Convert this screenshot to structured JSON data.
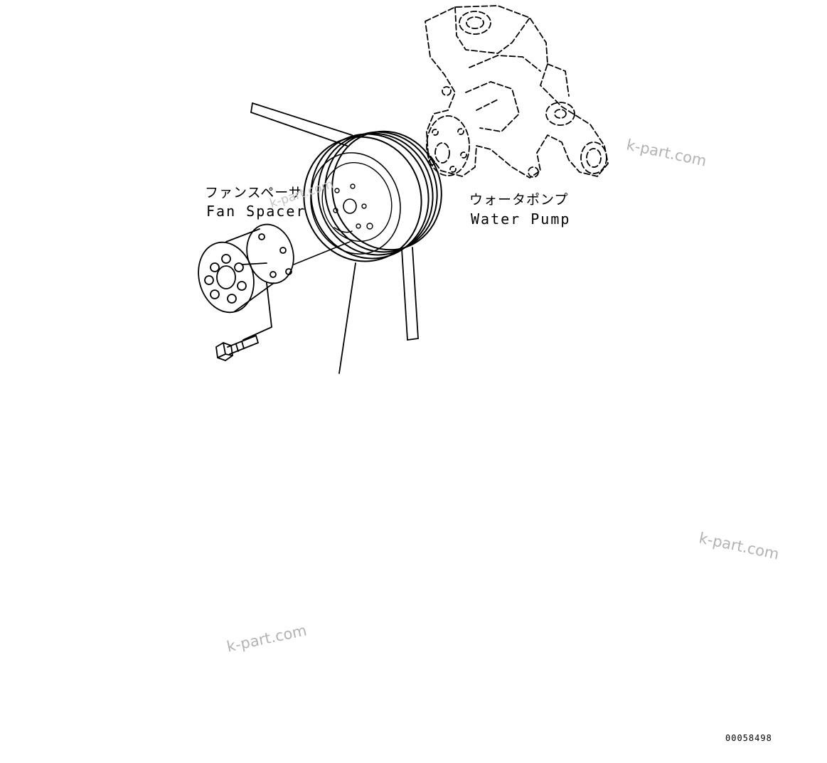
{
  "labels": {
    "fan_spacer_jp": "ファンスペーサ",
    "fan_spacer_en": "Fan Spacer",
    "water_pump_jp": "ウォータポンプ",
    "water_pump_en": "Water Pump"
  },
  "watermarks": [
    "k-part.com",
    "k-part.com",
    "k-part.com"
  ],
  "drawing_number": "00058498",
  "colors": {
    "line": "#000000",
    "watermark": "#b3b3b3"
  }
}
